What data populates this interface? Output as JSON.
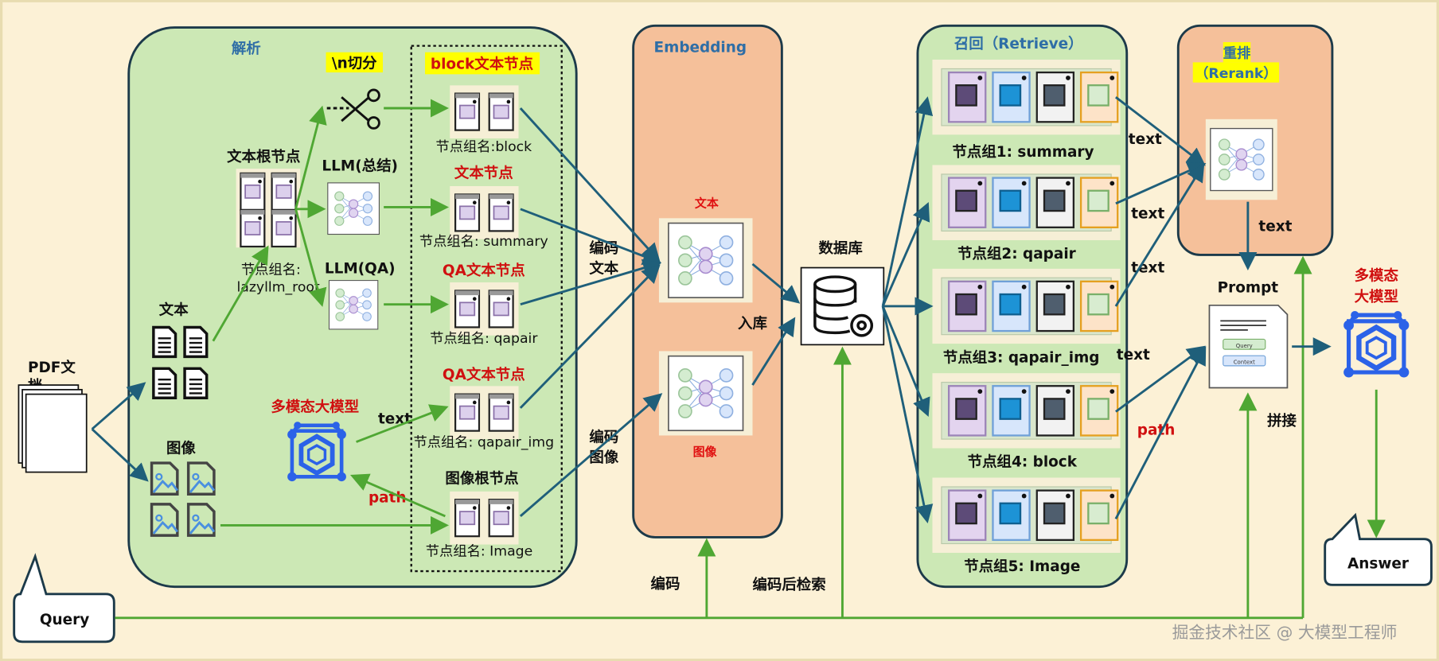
{
  "parse": {
    "title": "解析",
    "split_label": "\\n切分",
    "block_header": "block文本节点",
    "block_group": "节点组名:block",
    "summary_header": "文本节点",
    "summary_group": "节点组名: summary",
    "qa_header": "QA文本节点",
    "qa_group": "节点组名: qapair",
    "qaimg_header": "QA文本节点",
    "qaimg_group": "节点组名: qapair_img",
    "image_root_header": "图像根节点",
    "image_group": "节点组名: Image",
    "text_root": "文本根节点",
    "root_group_1": "节点组名:",
    "root_group_2": "lazyllm_root",
    "llm_summary": "LLM(总结)",
    "llm_qa": "LLM(QA)",
    "text_label": "文本",
    "image_label": "图像",
    "mllm": "多模态大模型",
    "text_edge": "text",
    "path_edge": "path"
  },
  "pdf": {
    "line1": "PDF文",
    "line2": "档"
  },
  "query": "Query",
  "embedding": {
    "title": "Embedding",
    "text_model": "文本",
    "image_model": "图像",
    "encode_text_1": "编码",
    "encode_text_2": "文本",
    "encode_image_1": "编码",
    "encode_image_2": "图像",
    "store": "入库"
  },
  "database": "数据库",
  "retrieve": {
    "title": "召回（Retrieve）",
    "groups": [
      "节点组1: summary",
      "节点组2: qapair",
      "节点组3: qapair_img",
      "节点组4: block",
      "节点组5: Image"
    ],
    "edges": [
      "text",
      "text",
      "text",
      "text",
      "path"
    ]
  },
  "rerank": {
    "title_1": "重排",
    "title_2": "（Rerank）",
    "out": "text"
  },
  "prompt": {
    "label": "Prompt",
    "query_field": "Query",
    "context_field": "Context",
    "concat": "拼接"
  },
  "mllm_right": {
    "line1": "多模态",
    "line2": "大模型"
  },
  "answer": "Answer",
  "bottom": {
    "encode": "编码",
    "encode_search": "编码后检索"
  },
  "watermark": "掘金技术社区 @ 大模型工程师",
  "colors": {
    "green_panel": "#cce8b5",
    "orange_panel": "#f5c09a",
    "green_arrow": "#4fa733",
    "blue_arrow": "#1f5f7a",
    "red_text": "#d01010",
    "highlight": "#ffff00"
  }
}
